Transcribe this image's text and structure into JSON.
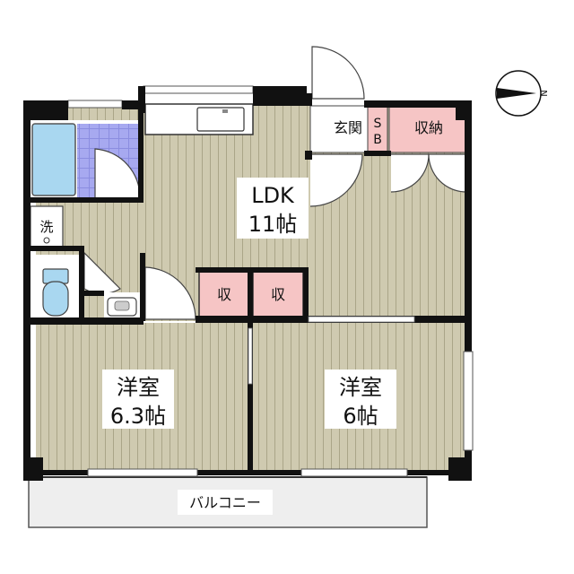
{
  "rooms": {
    "ldk": {
      "name": "LDK",
      "size": "11帖"
    },
    "western1": {
      "name": "洋室",
      "size": "6.3帖"
    },
    "western2": {
      "name": "洋室",
      "size": "6帖"
    },
    "entrance": {
      "label": "玄関"
    },
    "shoe_box": {
      "label_top": "S",
      "label_bottom": "B"
    },
    "storage": {
      "label": "収納"
    },
    "closet_left": {
      "label": "収"
    },
    "closet_right": {
      "label": "収"
    },
    "laundry": {
      "label": "洗"
    },
    "balcony": {
      "label": "バルコニー"
    }
  },
  "compass": {
    "north_label": "N"
  },
  "colors": {
    "floor_wood": "#cfcab0",
    "floor_line": "#a9a488",
    "bath_tile": "#a7a9f0",
    "tub": "#a9d7f0",
    "storage_pink": "#f6c5c5",
    "wall": "#111111",
    "balcony": "#eeeeee"
  }
}
